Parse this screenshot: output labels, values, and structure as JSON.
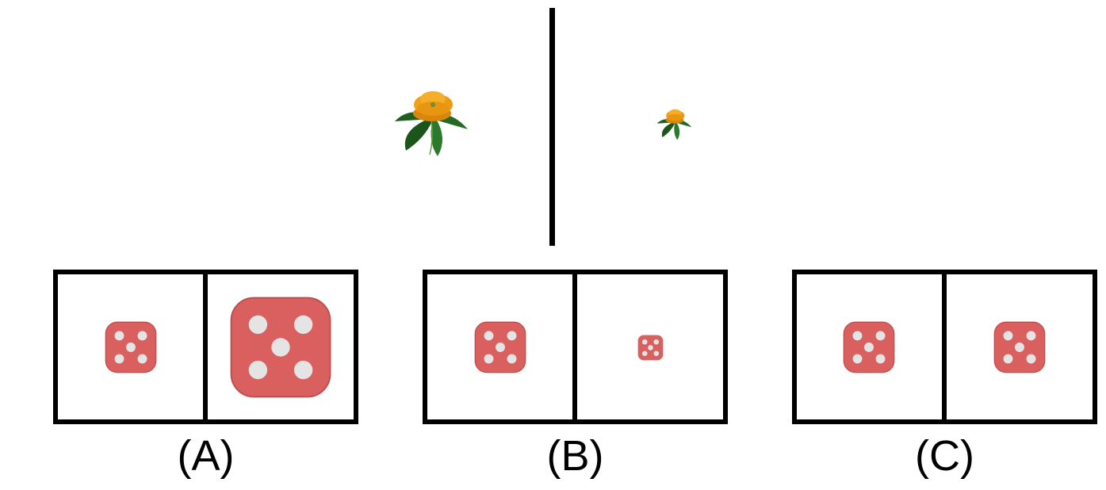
{
  "options": [
    {
      "label": "(A)",
      "left_die": {
        "pips": 5
      },
      "right_die": {
        "pips": 5
      }
    },
    {
      "label": "(B)",
      "left_die": {
        "pips": 5
      },
      "right_die": {
        "pips": 5
      }
    },
    {
      "label": "(C)",
      "left_die": {
        "pips": 5
      },
      "right_die": {
        "pips": 5
      }
    }
  ],
  "colors": {
    "die": "#d9605f",
    "pip": "#e4e4e4",
    "petal": "#f0a019",
    "leaf": "#1f5e1f",
    "line": "#000000"
  }
}
